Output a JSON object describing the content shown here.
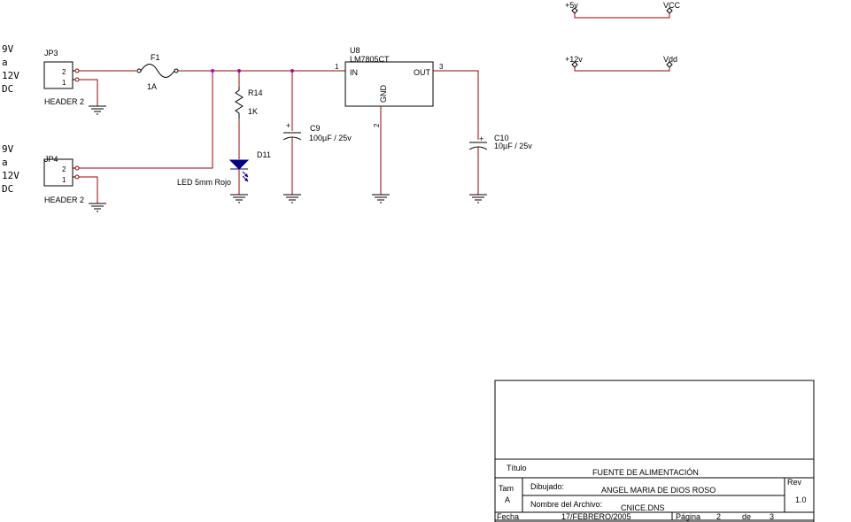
{
  "inputs": {
    "jp3": {
      "ref": "JP3",
      "name": "HEADER 2",
      "pin_top": "2",
      "pin_bottom": "1",
      "voltage_lines": [
        "9V",
        "a",
        "12V",
        "DC"
      ]
    },
    "jp4": {
      "ref": "JP4",
      "name": "HEADER 2",
      "pin_top": "2",
      "pin_bottom": "1",
      "voltage_lines": [
        "9V",
        "a",
        "12V",
        "DC"
      ]
    }
  },
  "fuse": {
    "ref": "F1",
    "value": "1A"
  },
  "resistor": {
    "ref": "R14",
    "value": "1K"
  },
  "led": {
    "ref": "D11",
    "value": "LED 5mm Rojo"
  },
  "c9": {
    "ref": "C9",
    "value": "100µF / 25v",
    "polarity": "+"
  },
  "c10": {
    "ref": "C10",
    "value": "10µF / 25v",
    "polarity": "+"
  },
  "regulator": {
    "ref": "U8",
    "part": "LM7805CT",
    "in": "IN",
    "out": "OUT",
    "gnd": "GND",
    "pin1": "1",
    "pin2": "2",
    "pin3": "3"
  },
  "rails": {
    "r1_left": "+5v",
    "r1_right": "VCC",
    "r2_left": "+12v",
    "r2_right": "Vdd"
  },
  "title_block": {
    "titulo_label": "Título",
    "titulo": "FUENTE DE ALIMENTACIÓN",
    "tam_label": "Tam",
    "tam": "A",
    "dibujado_label": "Dibujado:",
    "dibujado": "ANGEL MARIA DE DIOS ROSO",
    "rev_label": "Rev",
    "rev": "1.0",
    "archivo_label": "Nombre del Archivo:",
    "archivo": "CNICE.DNS",
    "fecha_label": "Fecha",
    "fecha": "17/FEBRERO/2005",
    "pagina_label": "Página",
    "pagina": "2",
    "de_label": "de",
    "total": "3"
  }
}
